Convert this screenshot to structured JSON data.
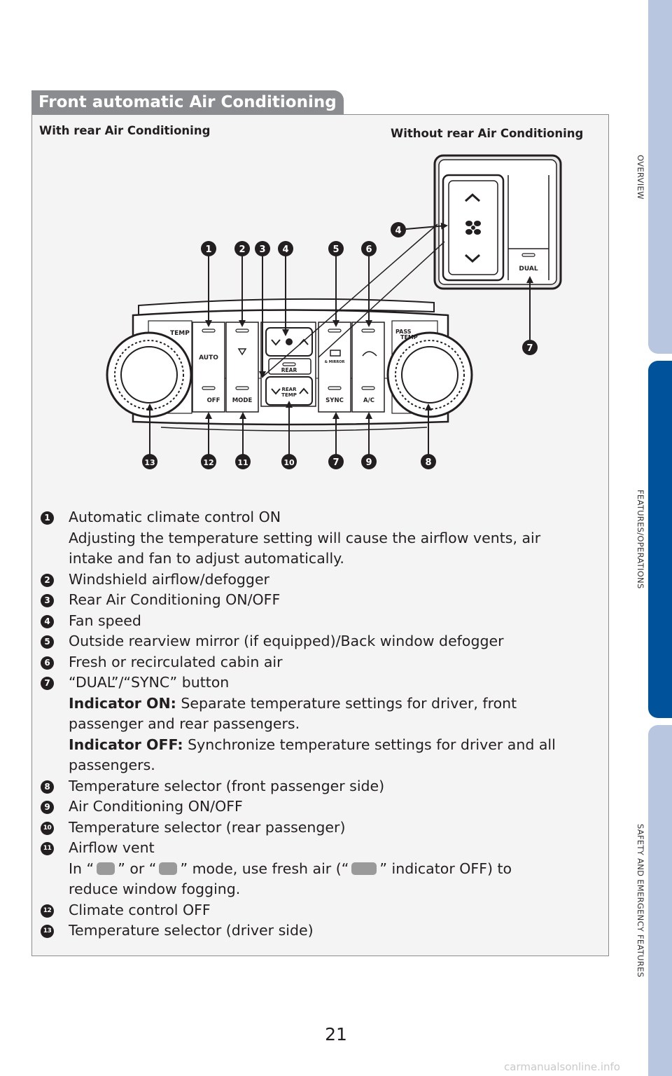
{
  "side_tabs": [
    "OVERVIEW",
    "FEATURES/OPERATIONS",
    "SAFETY AND EMERGENCY FEATURES"
  ],
  "section_title": "Front automatic Air Conditioning",
  "sub_left": "With rear Air Conditioning",
  "sub_right": "Without rear Air Conditioning",
  "panel_labels": {
    "temp": "TEMP",
    "auto": "AUTO",
    "off": "OFF",
    "mode": "MODE",
    "rear": "REAR",
    "rear_temp_1": "REAR",
    "rear_temp_2": "TEMP",
    "mirror": "& MIRROR",
    "sync": "SYNC",
    "ac": "A/C",
    "pass_1": "PASS",
    "pass_2": "TEMP",
    "dual": "DUAL"
  },
  "callouts_top": [
    "1",
    "2",
    "3",
    "4",
    "5",
    "6"
  ],
  "callouts_bottom": [
    "13",
    "12",
    "11",
    "10",
    "7",
    "9",
    "8"
  ],
  "callouts_inset": [
    "4",
    "7"
  ],
  "items": [
    {
      "n": "1",
      "text": "Automatic climate control ON"
    },
    {
      "n": "",
      "text": "Adjusting the temperature setting will cause the airflow vents, air"
    },
    {
      "n": "",
      "text": "intake and fan to adjust automatically."
    },
    {
      "n": "2",
      "text": "Windshield airflow/defogger"
    },
    {
      "n": "3",
      "text": "Rear Air Conditioning ON/OFF"
    },
    {
      "n": "4",
      "text": "Fan speed"
    },
    {
      "n": "5",
      "text": "Outside rearview mirror (if equipped)/Back window defogger"
    },
    {
      "n": "6",
      "text": "Fresh or recirculated cabin air"
    },
    {
      "n": "7",
      "text": "“DUAL”/“SYNC” button"
    }
  ],
  "indicator_on_label": "Indicator ON:",
  "indicator_on_text_1": "Separate temperature settings for driver, front",
  "indicator_on_text_2": "passenger and rear passengers.",
  "indicator_off_label": "Indicator OFF:",
  "indicator_off_text_1": "Synchronize temperature settings for driver and all",
  "indicator_off_text_2": "passengers.",
  "items2": [
    {
      "n": "8",
      "text": "Temperature selector (front passenger side)"
    },
    {
      "n": "9",
      "text": "Air Conditioning ON/OFF"
    },
    {
      "n": "10",
      "text": "Temperature selector (rear passenger)"
    },
    {
      "n": "11",
      "text": "Airflow vent"
    }
  ],
  "airflow_note_a": "In “",
  "airflow_note_b": "” or “",
  "airflow_note_c": "” mode, use fresh air (“",
  "airflow_note_d": "” indicator OFF) to",
  "airflow_note_e": "reduce window fogging.",
  "items3": [
    {
      "n": "12",
      "text": "Climate control OFF"
    },
    {
      "n": "13",
      "text": "Temperature selector (driver side)"
    }
  ],
  "page_number": "21",
  "watermark": "carmanualsonline.info"
}
